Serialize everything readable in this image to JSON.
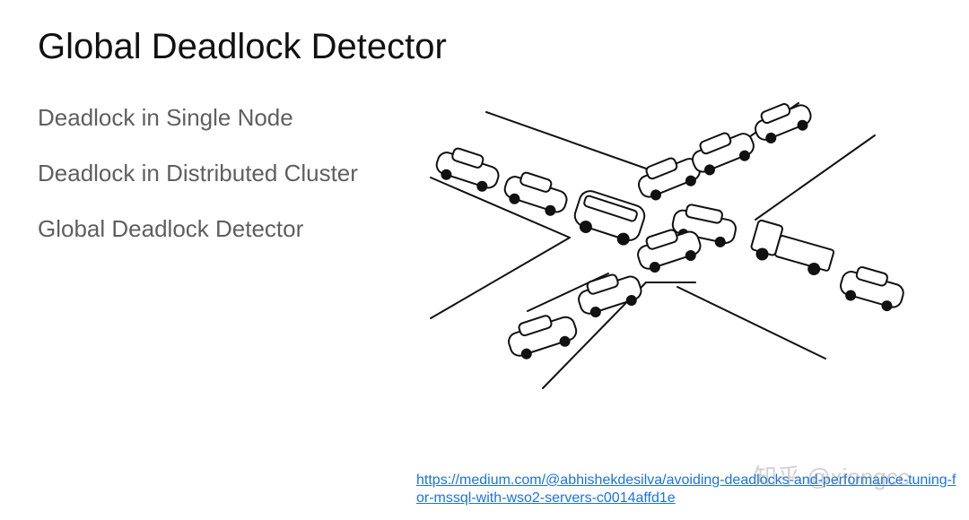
{
  "slide": {
    "title": "Global Deadlock Detector",
    "bullets": [
      "Deadlock in Single Node",
      "Deadlock in Distributed Cluster",
      "Global Deadlock Detector"
    ],
    "source_link": "https://medium.com/@abhishekdesilva/avoiding-deadlocks-and-performance-tuning-for-mssql-with-wso2-servers-c0014affd1e",
    "watermark": "知乎 @xiongcc"
  }
}
